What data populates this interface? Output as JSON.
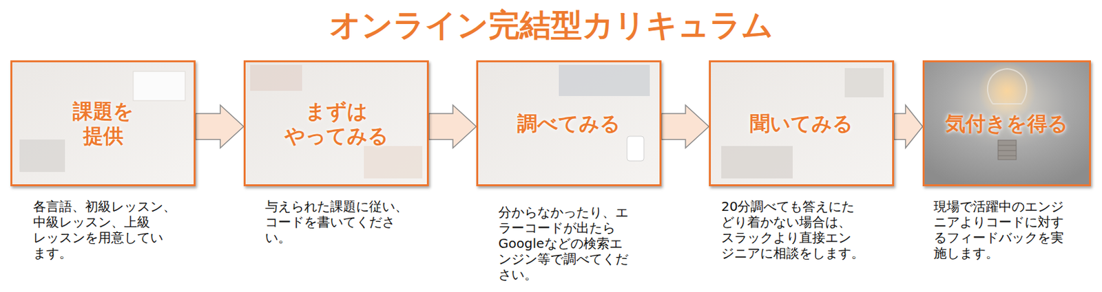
{
  "diagram": {
    "title": "オンライン完結型カリキュラム",
    "nodes": [
      {
        "text": [
          "課題を 提供",
          "各言語、初級レッスン、 中級レッスン、上級 レッスンを用意してい ます。"
        ]
      },
      {
        "text": [
          "まずは やってみる",
          "与えられた課題に従い、 コードを書いてくださ い。"
        ]
      },
      {
        "text": [
          "調べてみる",
          "分からなかったり、エ ラーコードが出たら Googleなどの検索エ ンジン等で調べてくだ さい。"
        ]
      },
      {
        "text": [
          "聞いてみる",
          "20分調べても答えにた どり着かない場合は、 スラックより直接エン ジニアに相談をします。"
        ]
      },
      {
        "text": [
          "気付きを得る",
          "現場で活躍中のエンジ ニアよりコードに対す るフィードバックを実 施します。"
        ]
      }
    ],
    "edges": [
      {
        "from": 0,
        "to": 1,
        "arrow": "to"
      },
      {
        "from": 1,
        "to": 2,
        "arrow": "to"
      },
      {
        "from": 2,
        "to": 3,
        "arrow": "to"
      },
      {
        "from": 3,
        "to": 4,
        "arrow": "to"
      }
    ]
  }
}
